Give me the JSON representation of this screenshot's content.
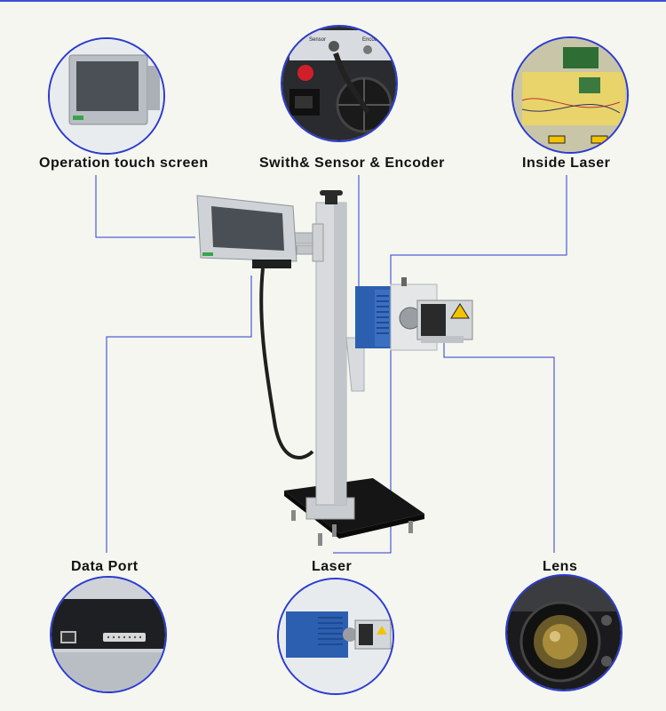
{
  "labels": {
    "touch_screen": "Operation touch screen",
    "switch_sensor": "Swith& Sensor & Encoder",
    "inside_laser": "Inside  Laser",
    "data_port": "Data Port",
    "laser": "Laser",
    "lens": "Lens"
  },
  "panel_text": {
    "sensor": "Sensor",
    "encoder": "Encoder"
  },
  "colors": {
    "frame_blue": "#2b3bd0",
    "laser_body": "#2c5fb0",
    "leader_line": "#2b3bd0",
    "warning_yellow": "#f2c300"
  }
}
